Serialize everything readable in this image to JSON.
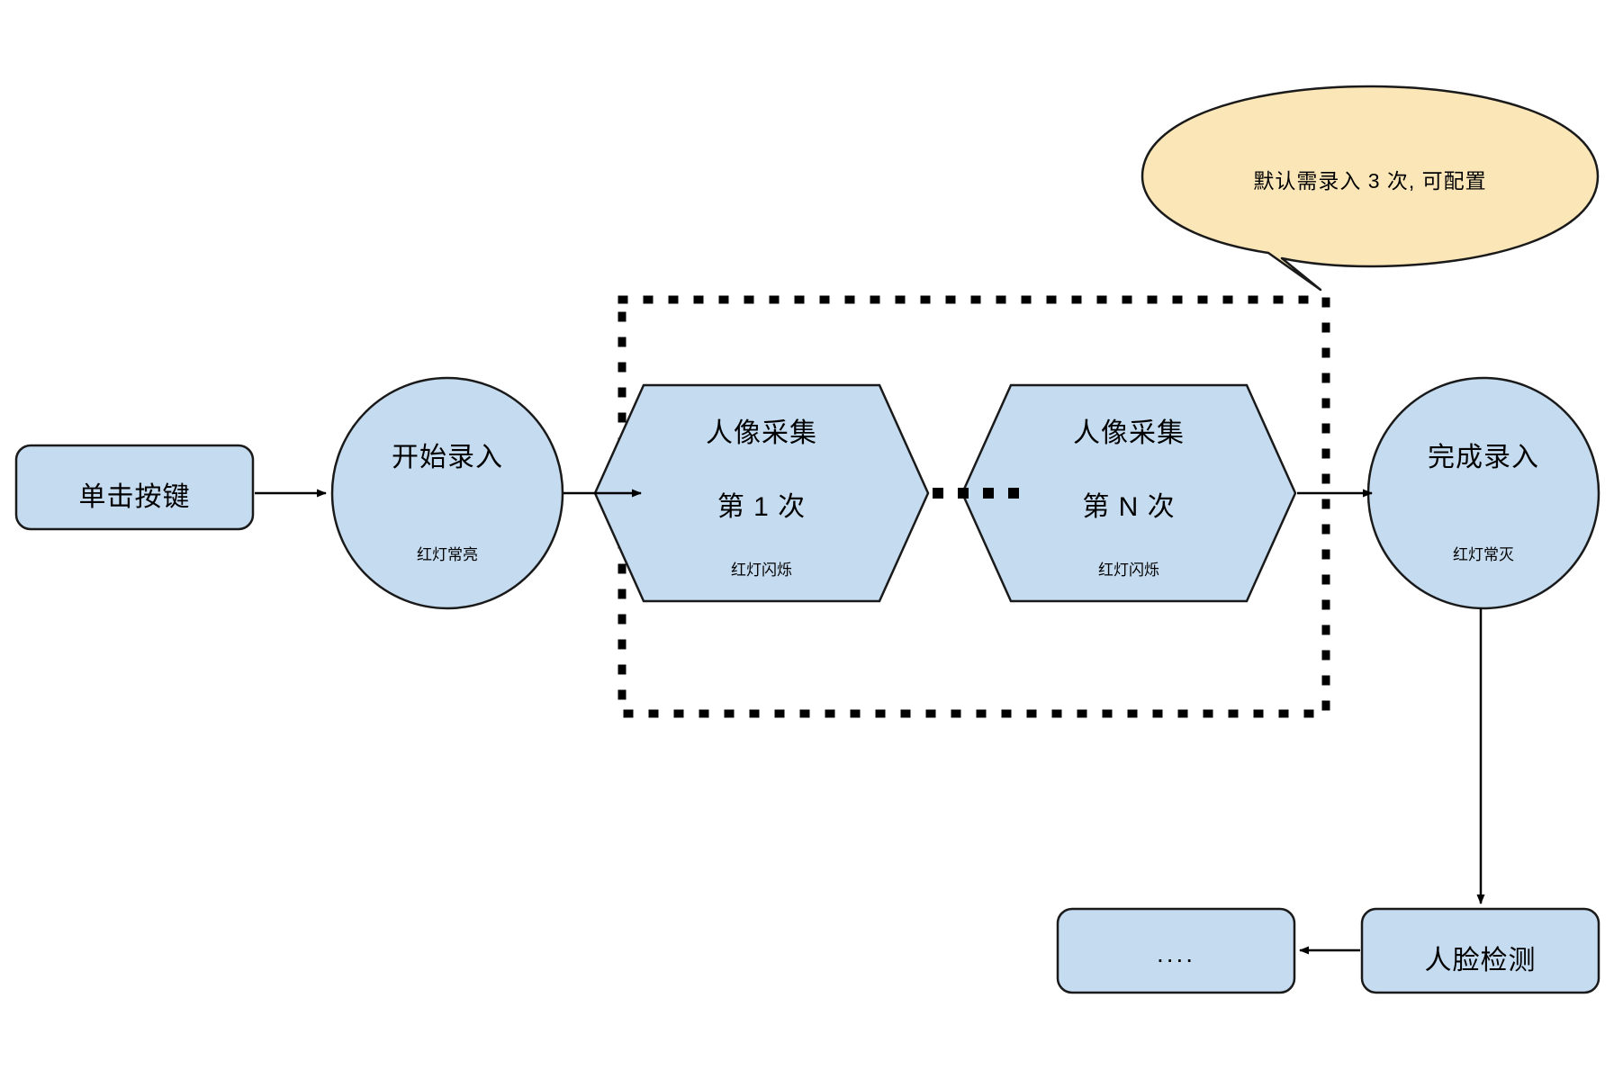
{
  "diagram": {
    "type": "flowchart",
    "title": "",
    "colors": {
      "node_fill": "#c5dbf0",
      "node_stroke": "#1a1a1a",
      "callout_fill": "#fbe6b8",
      "callout_stroke": "#1a1a1a",
      "edge": "#000000",
      "loop_border": "#000000",
      "background": "#ffffff"
    },
    "nodes": {
      "click_button": {
        "shape": "rounded-rect",
        "label": "单击按键"
      },
      "start_enroll": {
        "shape": "circle",
        "label": "开始录入",
        "sublabel": "红灯常亮"
      },
      "capture_first": {
        "shape": "hexagon",
        "label_line1": "人像采集",
        "label_line2": "第 1 次",
        "sublabel": "红灯闪烁"
      },
      "capture_ellipsis": {
        "shape": "dots",
        "label": "• • • •"
      },
      "capture_nth": {
        "shape": "hexagon",
        "label_line1": "人像采集",
        "label_line2": "第 N 次",
        "sublabel": "红灯闪烁"
      },
      "finish_enroll": {
        "shape": "circle",
        "label": "完成录入",
        "sublabel": "红灯常灭"
      },
      "face_detect": {
        "shape": "rounded-rect",
        "label": "人脸检测"
      },
      "more_steps": {
        "shape": "rounded-rect",
        "label": "...."
      }
    },
    "callout": {
      "shape": "speech-ellipse",
      "text": "默认需录入 3 次, 可配置"
    },
    "loop_group": {
      "border_style": "dotted",
      "label": ""
    },
    "edges": [
      {
        "from": "click_button",
        "to": "start_enroll",
        "label": ""
      },
      {
        "from": "start_enroll",
        "to": "capture_first",
        "label": ""
      },
      {
        "from": "capture_first",
        "to": "capture_nth",
        "label": ""
      },
      {
        "from": "capture_nth",
        "to": "finish_enroll",
        "label": ""
      },
      {
        "from": "finish_enroll",
        "to": "face_detect",
        "label": ""
      },
      {
        "from": "face_detect",
        "to": "more_steps",
        "label": ""
      }
    ]
  }
}
